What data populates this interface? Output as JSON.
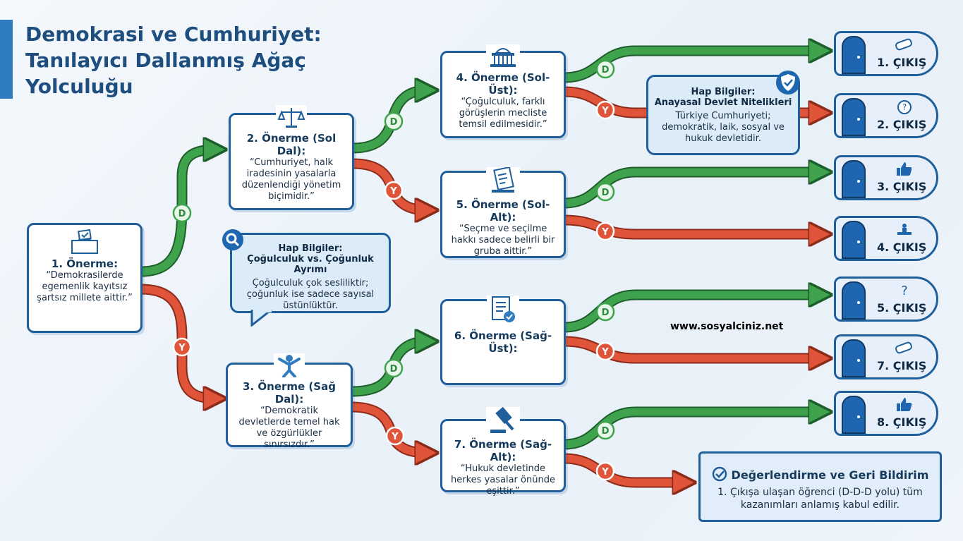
{
  "title": "Demokrasi ve Cumhuriyet: Tanılayıcı Dallanmış Ağaç Yolculuğu",
  "statements": {
    "s1": {
      "title": "1. Önerme:",
      "text": "“Demokrasilerde egemenlik kayıtsız şartsız millete aittir.”",
      "icon": "ballot-box-icon"
    },
    "s2": {
      "title": "2. Önerme (Sol Dal):",
      "text": "“Cumhuriyet, halk iradesinin yasalarla düzenlendiği yönetim biçimidir.”",
      "icon": "scales-icon"
    },
    "s3": {
      "title": "3. Önerme (Sağ Dal):",
      "text": "“Demokratik devletlerde temel hak ve özgürlükler sınırsızdır.”",
      "icon": "person-icon"
    },
    "s4": {
      "title": "4. Önerme (Sol-Üst):",
      "text": "“Çoğulculuk, farklı görüşlerin mecliste temsil edilmesidir.”",
      "icon": "parliament-icon"
    },
    "s5": {
      "title": "5. Önerme (Sol-Alt):",
      "text": "“Seçme ve seçilme hakkı sadece belirli bir gruba aittir.”",
      "icon": "ballot-paper-icon"
    },
    "s6": {
      "title": "6. Önerme (Sağ-Üst):",
      "text": "",
      "icon": "document-check-icon"
    },
    "s7": {
      "title": "7. Önerme (Sağ-Alt):",
      "text": "“Hukuk devletinde herkes yasalar önünde eşittir.”",
      "icon": "gavel-icon"
    }
  },
  "info_boxes": {
    "pluralism": {
      "title": "Hap Bilgiler:",
      "subtitle": "Çoğulculuk vs. Çoğunluk Ayrımı",
      "text": "Çoğulculuk çok sesliliktir; çoğunluk ise sadece sayısal üstünlüktür.",
      "icon": "magnifier-icon"
    },
    "constitution": {
      "title": "Hap Bilgiler:",
      "subtitle": "Anayasal Devlet Nitelikleri",
      "text": "Türkiye Cumhuriyeti; demokratik, laik, sosyal ve hukuk devletidir.",
      "icon": "shield-check-icon"
    }
  },
  "branch_labels": {
    "yes": "D",
    "no": "Y"
  },
  "exits": [
    {
      "label": "1. ÇIKIŞ",
      "icon": "diploma-icon"
    },
    {
      "label": "2. ÇIKIŞ",
      "icon": "question-icon"
    },
    {
      "label": "3. ÇIKIŞ",
      "icon": "thumbs-up-icon"
    },
    {
      "label": "4. ÇIKIŞ",
      "icon": "person-desk-icon"
    },
    {
      "label": "5. ÇIKIŞ",
      "icon": "question-icon"
    },
    {
      "label": "7. ÇIKIŞ",
      "icon": "diploma-icon"
    },
    {
      "label": "8. ÇIKIŞ",
      "icon": "thumbs-up-icon"
    }
  ],
  "watermark": "www.sosyalciniz.net",
  "feedback": {
    "title": "Değerlendirme ve Geri Bildirim",
    "text": "1. Çıkışa ulaşan öğrenci (D-D-D yolu) tüm kazanımları anlamış kabul edilir."
  },
  "colors": {
    "yes": "#3fa34d",
    "no": "#e0553a",
    "frame": "#1f5f9c",
    "exit_bg": "#e7f0fa"
  }
}
